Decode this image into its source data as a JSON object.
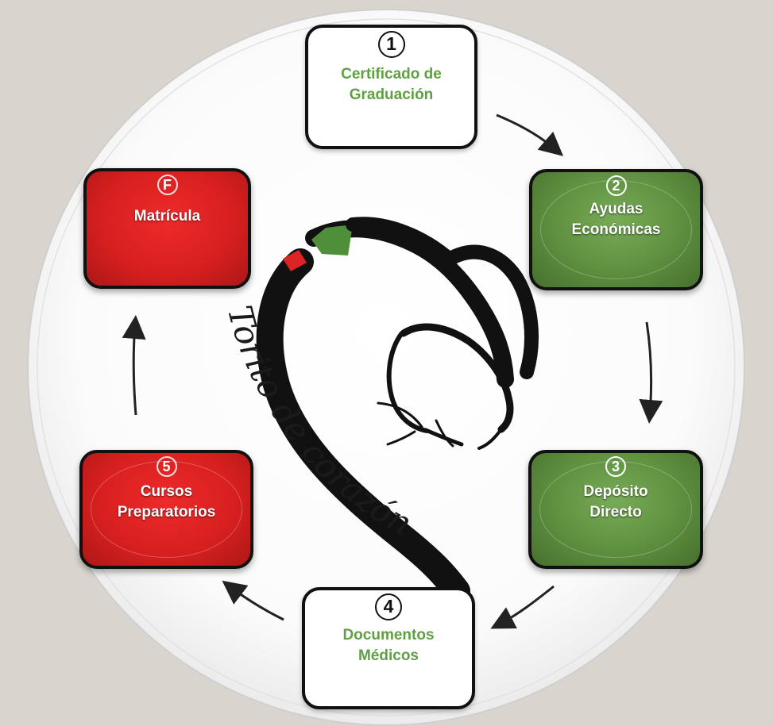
{
  "colors": {
    "background": "#d9d5ce",
    "circle": "#ffffff",
    "green": "#5f9140",
    "green_text": "#5fa043",
    "red": "#d71f1f",
    "black": "#111111"
  },
  "logo": {
    "text": "Torito de corazón",
    "icon": "bull-heart-logo"
  },
  "steps": [
    {
      "badge": "1",
      "lines": [
        "Certificado de",
        "Graduación"
      ],
      "color": "#ffffff"
    },
    {
      "badge": "2",
      "lines": [
        "Ayudas",
        "Económicas"
      ],
      "color": "#5f9140"
    },
    {
      "badge": "3",
      "lines": [
        "Depósito",
        "Directo"
      ],
      "color": "#5f9140"
    },
    {
      "badge": "4",
      "lines": [
        "Documentos",
        "Médicos"
      ],
      "color": "#ffffff"
    },
    {
      "badge": "5",
      "lines": [
        "Cursos",
        "Preparatorios"
      ],
      "color": "#d71f1f"
    },
    {
      "badge": "F",
      "lines": [
        "Matrícula"
      ],
      "color": "#d71f1f"
    }
  ]
}
